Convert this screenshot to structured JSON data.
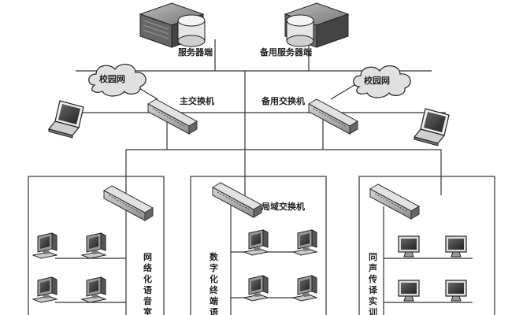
{
  "labels": {
    "server_main": "服务器端",
    "server_backup": "备用服务器端",
    "cloud_left": "校园网",
    "cloud_right": "校园网",
    "switch_main": "主交换机",
    "switch_backup": "备用交换机",
    "switch_lan": "局域交换机"
  },
  "rooms": [
    {
      "vertical_label": "网络化语音室"
    },
    {
      "vertical_label": "数字化终端语"
    },
    {
      "vertical_label": "同声传译实训"
    }
  ]
}
